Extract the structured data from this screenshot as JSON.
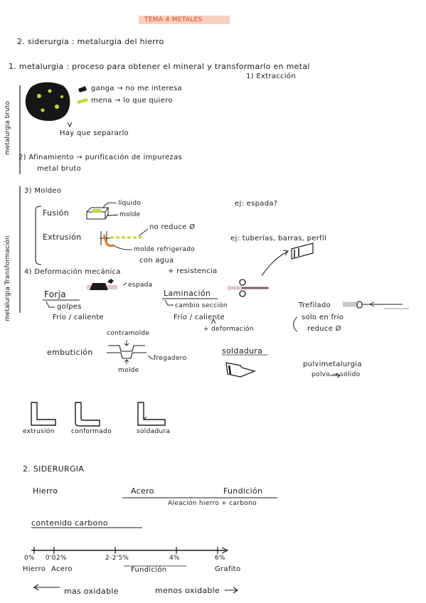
{
  "colors": {
    "ink": "#1b1b1b",
    "highlight_orange": "#f6a98a",
    "lime": "#c7d43a",
    "orange": "#e0741c",
    "gray": "#9a9a9a"
  },
  "header": {
    "tema": "TEMA 4 METALES"
  },
  "section_top": {
    "title": "2. siderurgia : metalurgia del hierro",
    "metalurgia_def": "1. metalurgia : proceso para obtener el mineral y transformarlo en metal",
    "extraccion": "1) Extracción",
    "ganga": "ganga → no me interesa",
    "mena": "mena → lo que quiero",
    "separar": "Hay que separarlo",
    "afinamiento": "2) Afinamiento → purificación de impurezas",
    "metal_bruto": "metal bruto",
    "side_label_1": "metalurgia bruto",
    "side_label_2": "metalurgia Transformación"
  },
  "moldeo": {
    "title": "3) Moldeo",
    "fusion": "Fusión",
    "liquido": "líquido",
    "molde": "molde",
    "ej_espada": "ej: espada?",
    "extrusion": "Extrusión",
    "no_reduce": "no reduce Ø",
    "molde_refrigerado": "molde refrigerado",
    "con_agua": "con agua",
    "ej_tuberias": "ej: tuberías, barras, perfil"
  },
  "deformacion": {
    "title": "4) Deformación mecánica",
    "resistencia": "+ resistencia",
    "espada": "espada",
    "forja": "Forja",
    "golpes": "golpes",
    "forja_temp": "Frío / caliente",
    "laminacion": "Laminación",
    "cambio_seccion": "cambio sección",
    "lam_temp": "Frío / caliente",
    "deformacion_plus": "+ deformación",
    "trefilado": "Trefilado",
    "solo_frio": "solo en frío",
    "reduce": "reduce Ø",
    "contramolde": "contramolde",
    "embuticion": "embutición",
    "fregadero": "fregadero",
    "molde": "molde",
    "soldadura": "soldadura",
    "pulvimetalurgia": "pulvimetalurgia",
    "polvo_solido": "polvo → sólido"
  },
  "profiles": [
    "extrusión",
    "conformado",
    "soldadura"
  ],
  "siderurgia": {
    "title": "2. SIDERURGIA",
    "hierro": "Hierro",
    "acero": "Acero",
    "fundicion": "Fundición",
    "aleacion": "Aleación hierro + carbono",
    "contenido": "contenido carbono",
    "axis_ticks": [
      "0%",
      "0'02%",
      "2-2'5%",
      "4%",
      "6%"
    ],
    "axis_labels": [
      "Hierro",
      "Acero",
      "Fundición",
      "Grafito"
    ],
    "mas_oxidable": "mas oxidable",
    "menos_oxidable": "menos oxidable"
  }
}
